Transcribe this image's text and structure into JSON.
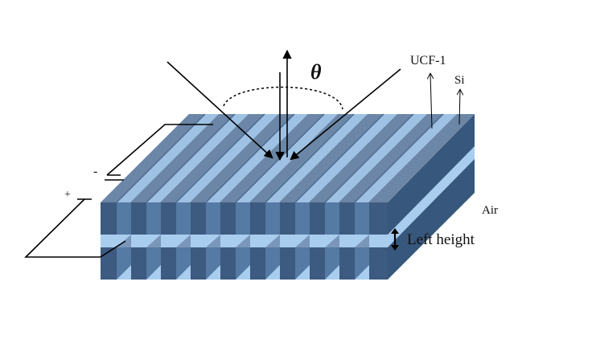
{
  "labels": {
    "theta": "θ",
    "ucf": "UCF-1",
    "si": "Si",
    "air": "Air",
    "left_height": "Left height",
    "minus": "-",
    "plus": "+"
  },
  "colors": {
    "top_face": "#6b86a6",
    "top_groove": "#aac8e6",
    "front_dark": "#3d5a80",
    "front_mid": "#4f6f97",
    "gap": "#a9cdef",
    "side_face": "#37577d",
    "line": "#000000"
  }
}
